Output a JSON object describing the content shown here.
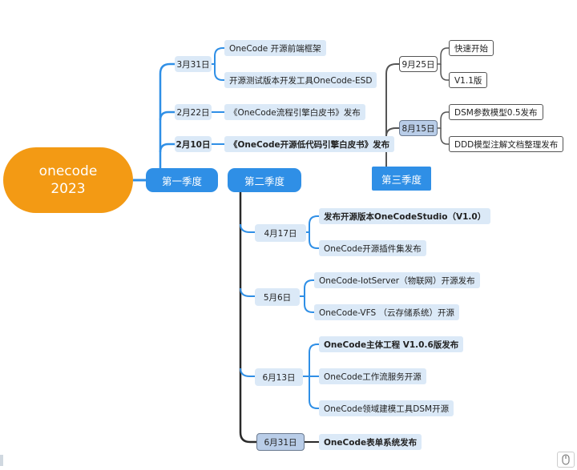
{
  "root": {
    "line1": "onecode",
    "line2": "2023"
  },
  "quarters": {
    "q1": "第一季度",
    "q2": "第二季度",
    "q3": "第三季度"
  },
  "q1": {
    "d1": {
      "date": "3月31日",
      "items": [
        "OneCode 开源前端框架",
        "开源测试版本开发工具OneCode-ESD"
      ]
    },
    "d2": {
      "date": "2月22日",
      "items": [
        "《OneCode流程引擎白皮书》发布"
      ]
    },
    "d3": {
      "date": "2月10日",
      "items": [
        "《OneCode开源低代码引擎白皮书》发布"
      ]
    }
  },
  "q2": {
    "d1": {
      "date": "4月17日",
      "items": [
        "发布开源版本OneCodeStudio（V1.0）",
        "OneCode开源插件集发布"
      ]
    },
    "d2": {
      "date": "5月6日",
      "items": [
        "OneCode-IotServer（物联网）开源发布",
        "OneCode-VFS （云存储系统）开源"
      ]
    },
    "d3": {
      "date": "6月13日",
      "items": [
        "OneCode主体工程 V1.0.6版发布",
        "OneCode工作流服务开源",
        "OneCode领域建模工具DSM开源"
      ]
    },
    "d4": {
      "date": "6月31日",
      "items": [
        "OneCode表单系统发布"
      ]
    }
  },
  "q3": {
    "d1": {
      "date": "9月25日",
      "items": [
        "快速开始",
        "V1.1版"
      ]
    },
    "d2": {
      "date": "8月15日",
      "items": [
        "DSM参数模型0.5发布",
        "DDD模型注解文档整理发布"
      ]
    }
  },
  "colors": {
    "root": "#f39a14",
    "quarter": "#2f8fe6",
    "q1_line": "#2f8fe6",
    "q2_line": "#2a2a2a",
    "q3_line": "#555555",
    "node_fill": "#dbe9f7"
  },
  "icons": {
    "corner": "mouse-icon"
  }
}
